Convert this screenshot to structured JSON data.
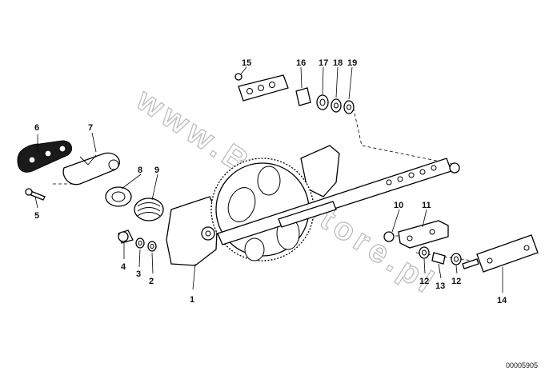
{
  "watermark": "www.BMWstore.pl",
  "drawing_code": "00005905",
  "callouts": {
    "c1": "1",
    "c2": "2",
    "c3": "3",
    "c4": "4",
    "c5": "5",
    "c6": "6",
    "c7": "7",
    "c8": "8",
    "c9": "9",
    "c10": "10",
    "c11": "11",
    "c12a": "12",
    "c12b": "12",
    "c13": "13",
    "c14": "14",
    "c15": "15",
    "c16": "16",
    "c17": "17",
    "c18": "18",
    "c19": "19"
  }
}
